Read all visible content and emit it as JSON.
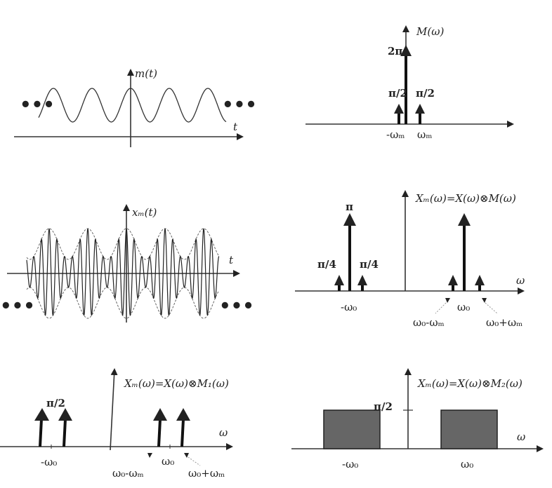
{
  "panel_time_message": {
    "label": "m(t)",
    "axis": "t",
    "ellipsis_left": "•••",
    "ellipsis_right": "•••"
  },
  "panel_spectrum_message": {
    "title": "M(ω)",
    "center_weight": "2π",
    "side_weight_left": "π/2",
    "side_weight_right": "π/2",
    "tick_left": "-ωₘ",
    "tick_right": "ωₘ"
  },
  "panel_time_modulated": {
    "label": "xₘ(t)",
    "axis": "t",
    "ellipsis_left": "•••",
    "ellipsis_right": "•••"
  },
  "panel_spectrum_modulated": {
    "title": "Xₘ(ω)=X(ω)⊗M(ω)",
    "axis": "ω",
    "center_weight": "π",
    "side_weight_left": "π/4",
    "side_weight_right": "π/4",
    "tick_neg": "-ω₀",
    "tick_pos": "ω₀",
    "lower_side": "ω₀-ωₘ",
    "upper_side": "ω₀+ωₘ"
  },
  "panel_spectrum_m1": {
    "title": "Xₘ(ω)=X(ω)⊗M₁(ω)",
    "axis": "ω",
    "weight": "π/2",
    "tick_neg": "-ω₀",
    "tick_pos": "ω₀",
    "lower_side": "ω₀-ωₘ",
    "upper_side": "ω₀+ωₘ"
  },
  "panel_spectrum_m2": {
    "title": "Xₘ(ω)=X(ω)⊗M₂(ω)",
    "axis": "ω",
    "level": "π/2",
    "tick_neg": "-ω₀",
    "tick_pos": "ω₀",
    "fill_color": "#666666"
  }
}
